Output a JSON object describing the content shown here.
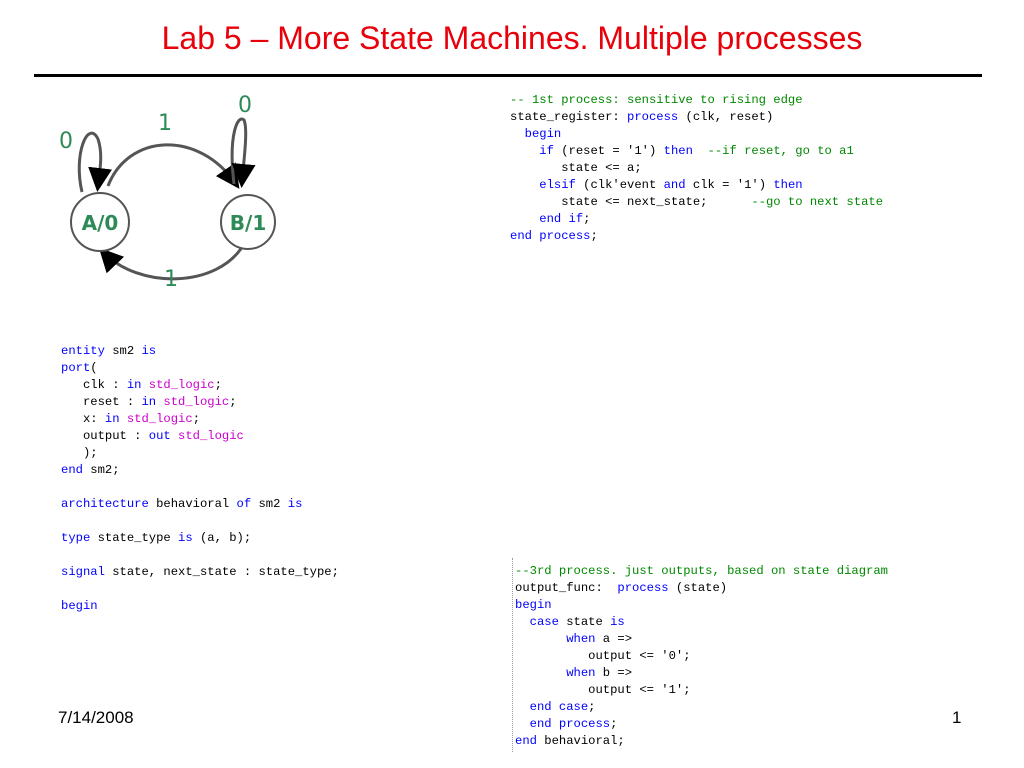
{
  "slide": {
    "title": "Lab 5 – More State Machines. Multiple processes",
    "date": "7/14/2008",
    "page_number": "1"
  },
  "colors": {
    "title": "#e8000b",
    "keyword": "#0000ff",
    "type": "#cc00cc",
    "comment": "#008800",
    "diagram_label": "#2e8b57"
  },
  "state_diagram": {
    "state_a": "A/0",
    "state_b": "B/1",
    "self_loop_a": "0",
    "self_loop_b": "0",
    "transition_a_to_b": "1",
    "transition_b_to_a": "1"
  },
  "code_process1": [
    [
      {
        "t": "-- 1st process: sensitive to rising edge",
        "c": "cm"
      }
    ],
    [
      {
        "t": "state_register: "
      },
      {
        "t": "process",
        "c": "kw"
      },
      {
        "t": " (clk, reset)"
      }
    ],
    [
      {
        "t": "  "
      },
      {
        "t": "begin",
        "c": "kw"
      }
    ],
    [
      {
        "t": "    "
      },
      {
        "t": "if",
        "c": "kw"
      },
      {
        "t": " (reset = '1') "
      },
      {
        "t": "then",
        "c": "kw"
      },
      {
        "t": "  "
      },
      {
        "t": "--if reset, go to a1",
        "c": "cm"
      }
    ],
    [
      {
        "t": "       state <= a;"
      }
    ],
    [
      {
        "t": "    "
      },
      {
        "t": "elsif",
        "c": "kw"
      },
      {
        "t": " (clk'event "
      },
      {
        "t": "and",
        "c": "kw"
      },
      {
        "t": " clk = '1') "
      },
      {
        "t": "then",
        "c": "kw"
      }
    ],
    [
      {
        "t": "       state <= next_state;      "
      },
      {
        "t": "--go to next state",
        "c": "cm"
      }
    ],
    [
      {
        "t": "    "
      },
      {
        "t": "end if",
        "c": "kw"
      },
      {
        "t": ";"
      }
    ],
    [
      {
        "t": "end process",
        "c": "kw"
      },
      {
        "t": ";"
      }
    ]
  ],
  "code_entity": [
    [
      {
        "t": "entity",
        "c": "kw"
      },
      {
        "t": " sm2 "
      },
      {
        "t": "is",
        "c": "kw"
      }
    ],
    [
      {
        "t": "port",
        "c": "kw"
      },
      {
        "t": "("
      }
    ],
    [
      {
        "t": "   clk : "
      },
      {
        "t": "in",
        "c": "kw"
      },
      {
        "t": " "
      },
      {
        "t": "std_logic",
        "c": "ty"
      },
      {
        "t": ";"
      }
    ],
    [
      {
        "t": "   reset : "
      },
      {
        "t": "in",
        "c": "kw"
      },
      {
        "t": " "
      },
      {
        "t": "std_logic",
        "c": "ty"
      },
      {
        "t": ";"
      }
    ],
    [
      {
        "t": "   x: "
      },
      {
        "t": "in",
        "c": "kw"
      },
      {
        "t": " "
      },
      {
        "t": "std_logic",
        "c": "ty"
      },
      {
        "t": ";"
      }
    ],
    [
      {
        "t": "   output : "
      },
      {
        "t": "out",
        "c": "kw"
      },
      {
        "t": " "
      },
      {
        "t": "std_logic",
        "c": "ty"
      }
    ],
    [
      {
        "t": "   );"
      }
    ],
    [
      {
        "t": "end",
        "c": "kw"
      },
      {
        "t": " sm2;"
      }
    ],
    [
      {
        "t": ""
      }
    ],
    [
      {
        "t": "architecture",
        "c": "kw"
      },
      {
        "t": " behavioral "
      },
      {
        "t": "of",
        "c": "kw"
      },
      {
        "t": " sm2 "
      },
      {
        "t": "is",
        "c": "kw"
      }
    ],
    [
      {
        "t": ""
      }
    ],
    [
      {
        "t": "type",
        "c": "kw"
      },
      {
        "t": " state_type "
      },
      {
        "t": "is",
        "c": "kw"
      },
      {
        "t": " (a, b);"
      }
    ],
    [
      {
        "t": ""
      }
    ],
    [
      {
        "t": "signal",
        "c": "kw"
      },
      {
        "t": " state, next_state : state_type;"
      }
    ],
    [
      {
        "t": ""
      }
    ],
    [
      {
        "t": "begin",
        "c": "kw"
      }
    ]
  ],
  "code_process3": [
    [
      {
        "t": "--3rd process. just outputs, based on state diagram",
        "c": "cm"
      }
    ],
    [
      {
        "t": "output_func:  "
      },
      {
        "t": "process",
        "c": "kw"
      },
      {
        "t": " (state)"
      }
    ],
    [
      {
        "t": "begin",
        "c": "kw"
      }
    ],
    [
      {
        "t": "  "
      },
      {
        "t": "case",
        "c": "kw"
      },
      {
        "t": " state "
      },
      {
        "t": "is",
        "c": "kw"
      }
    ],
    [
      {
        "t": "       "
      },
      {
        "t": "when",
        "c": "kw"
      },
      {
        "t": " a =>"
      }
    ],
    [
      {
        "t": "          output <= '0';"
      }
    ],
    [
      {
        "t": "       "
      },
      {
        "t": "when",
        "c": "kw"
      },
      {
        "t": " b =>"
      }
    ],
    [
      {
        "t": "          output <= '1';"
      }
    ],
    [
      {
        "t": "  "
      },
      {
        "t": "end case",
        "c": "kw"
      },
      {
        "t": ";"
      }
    ],
    [
      {
        "t": "  "
      },
      {
        "t": "end process",
        "c": "kw"
      },
      {
        "t": ";"
      }
    ],
    [
      {
        "t": "end",
        "c": "kw"
      },
      {
        "t": " behavioral;"
      }
    ]
  ]
}
